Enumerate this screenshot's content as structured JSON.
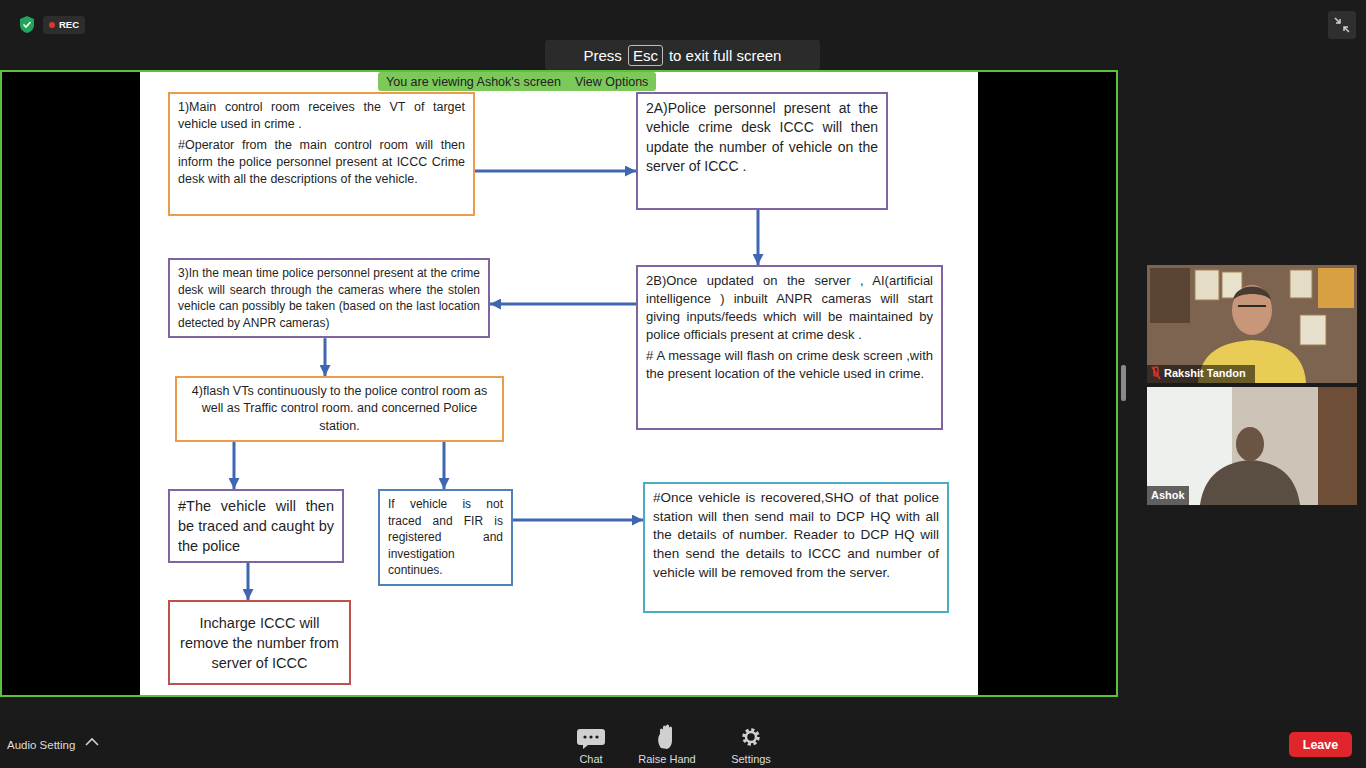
{
  "diagram": {
    "nodes": [
      {
        "text": [
          "Press",
          "to exit full screen"
        ]
      },
      {
        "text": [
          "Esc"
        ],
        "in": 0
      },
      {
        "text": [
          "You are viewing Ashok's screen",
          "View Options"
        ]
      },
      {
        "text": [
          "1)Main control room receives the VT of target vehicle used in crime .",
          "#Operator from the main control room will then inform the police personnel present at ICCC Crime desk with all the descriptions of the vehicle."
        ]
      },
      {
        "text": [
          "2A)Police personnel present at the vehicle crime desk ICCC will then update the number of vehicle on the server of ICCC ."
        ]
      },
      {
        "text": [
          "2B)Once updated on the server , AI(artificial intelligence ) inbuilt ANPR cameras will start giving inputs/feeds which will be maintained by police officials present at crime desk .",
          "# A message will flash on crime desk screen ,with the present location of the vehicle used in crime."
        ]
      },
      {
        "text": [
          "3)In the mean time police personnel present at the crime desk will search through the cameras where the stolen vehicle can possibly be taken (based on the last location detected by ANPR cameras)"
        ]
      },
      {
        "text": [
          "4)flash VTs continuously to the police control room as well as Traffic control room. and concerned Police station."
        ]
      },
      {
        "text": [
          "#The vehicle will then be traced and caught by the police"
        ]
      },
      {
        "text": [
          "If vehicle is not traced and FIR is registered and investigation continues."
        ]
      },
      {
        "text": [
          "#Once vehicle is recovered,SHO of that police station will then send mail to DCP HQ with all the details of number. Reader to DCP HQ will then send the details to ICCC and number of vehicle will be removed from the server."
        ]
      },
      {
        "text": [
          "Incharge ICCC will remove the number from server of ICCC"
        ]
      },
      {
        "text": [
          "Leave"
        ]
      }
    ],
    "edges": [
      {
        "from": 3,
        "to": 4,
        "arrow": "to"
      },
      {
        "from": 4,
        "to": 5,
        "arrow": "to"
      },
      {
        "from": 5,
        "to": 6,
        "arrow": "to"
      },
      {
        "from": 6,
        "to": 7,
        "arrow": "to"
      },
      {
        "from": 7,
        "to": 8,
        "arrow": "to"
      },
      {
        "from": 7,
        "to": 9,
        "arrow": "to"
      },
      {
        "from": 9,
        "to": 10,
        "arrow": "to"
      },
      {
        "from": 8,
        "to": 11,
        "arrow": "to"
      }
    ],
    "labels": [
      "REC",
      "Rakshit Tandon",
      "Ashok",
      "Audio Setting",
      "Chat",
      "Raise Hand",
      "Settings"
    ]
  }
}
